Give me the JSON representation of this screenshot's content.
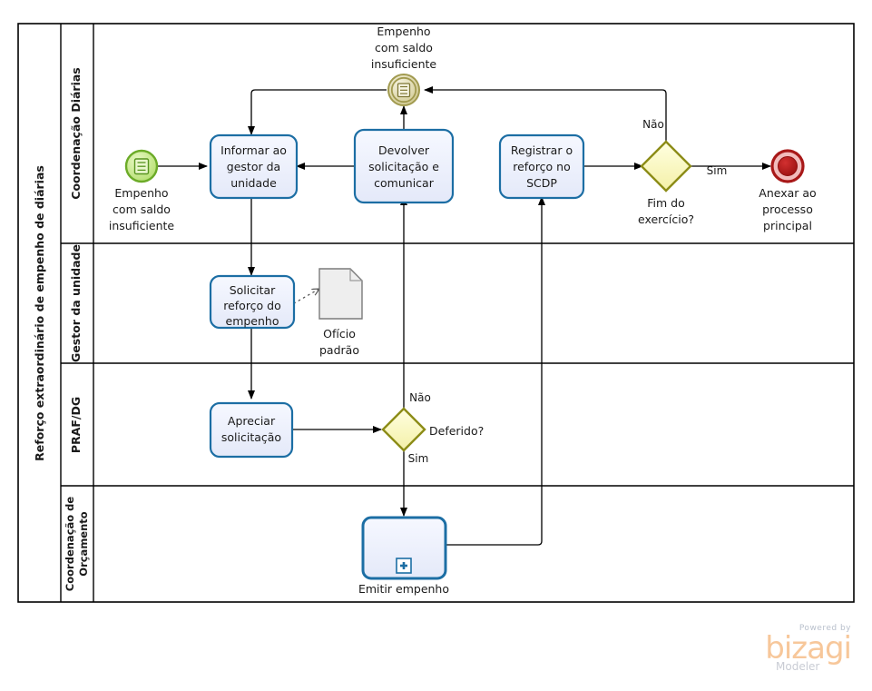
{
  "diagram": {
    "type": "bpmn-process-diagram",
    "pool": {
      "title": "Reforço extraordinário de empenho de diárias"
    },
    "lanes": [
      {
        "id": "lane-coordenacao-diarias",
        "label": "Coordenação Diárias"
      },
      {
        "id": "lane-gestor-unidade",
        "label": "Gestor da unidade"
      },
      {
        "id": "lane-praf-dg",
        "label": "PRAF/DG"
      },
      {
        "id": "lane-coordenacao-orcamento",
        "label_line1": "Coordenação de",
        "label_line2": "Orçamento"
      }
    ],
    "events": [
      {
        "id": "start-empenho-saldo-insuficiente",
        "kind": "start-message-event",
        "label_lines": [
          "Empenho",
          "com saldo",
          "insuficiente"
        ],
        "color": "#8cc63e"
      },
      {
        "id": "intermediate-empenho-saldo-insuficiente",
        "kind": "intermediate-message-event",
        "label_lines": [
          "Empenho",
          "com saldo",
          "insuficiente"
        ],
        "color": "#a19a4f"
      },
      {
        "id": "end-anexar-processo-principal",
        "kind": "end-event",
        "label_lines": [
          "Anexar ao",
          "processo",
          "principal"
        ],
        "color": "#a81818"
      }
    ],
    "tasks": [
      {
        "id": "task-informar-gestor",
        "lines": [
          "Informar ao",
          "gestor da",
          "unidade"
        ],
        "lane": "lane-coordenacao-diarias"
      },
      {
        "id": "task-devolver-solicitacao",
        "lines": [
          "Devolver",
          "solicitação e",
          "comunicar"
        ],
        "lane": "lane-coordenacao-diarias"
      },
      {
        "id": "task-registrar-reforco-scdp",
        "lines": [
          "Registrar o",
          "reforço no",
          "SCDP"
        ],
        "lane": "lane-coordenacao-diarias"
      },
      {
        "id": "task-solicitar-reforco",
        "lines": [
          "Solicitar",
          "reforço do",
          "empenho"
        ],
        "lane": "lane-gestor-unidade"
      },
      {
        "id": "task-apreciar-solicitacao",
        "lines": [
          "Apreciar",
          "solicitação"
        ],
        "lane": "lane-praf-dg"
      }
    ],
    "subprocesses": [
      {
        "id": "subprocess-emitir-empenho",
        "label": "Emitir empenho",
        "marker": "plus",
        "lane": "lane-coordenacao-orcamento"
      }
    ],
    "gateways": [
      {
        "id": "gateway-fim-exercicio",
        "label_lines": [
          "Fim do",
          "exercício?"
        ],
        "kind": "exclusive"
      },
      {
        "id": "gateway-deferido",
        "label_lines": [
          "Deferido?"
        ],
        "kind": "exclusive"
      }
    ],
    "artifacts": [
      {
        "id": "document-oficio-padrao",
        "label_lines": [
          "Ofício",
          "padrão"
        ],
        "kind": "data-object"
      }
    ],
    "flow_labels": {
      "fim_exercicio_nao": "Não",
      "fim_exercicio_sim": "Sim",
      "deferido_nao": "Não",
      "deferido_sim": "Sim"
    },
    "colors": {
      "task_fill": "#eef1fb",
      "task_stroke": "#1c6ea4",
      "gateway_fill": "#ffffcc",
      "gateway_stroke": "#8c8c17",
      "start_fill": "#d9f0a8",
      "start_stroke": "#6cab28",
      "intermediate_fill": "#f2efd9",
      "intermediate_stroke": "#a19a4f",
      "end_fill": "#a81818",
      "end_ring": "#f0b4b4",
      "end_stroke": "#a81818",
      "document_fill": "#eeeeee",
      "document_stroke": "#7a7a7a",
      "line": "#000000",
      "pool_stroke": "#000000"
    }
  },
  "branding": {
    "powered_by": "Powered by",
    "name": "bizagi",
    "product": "Modeler"
  }
}
